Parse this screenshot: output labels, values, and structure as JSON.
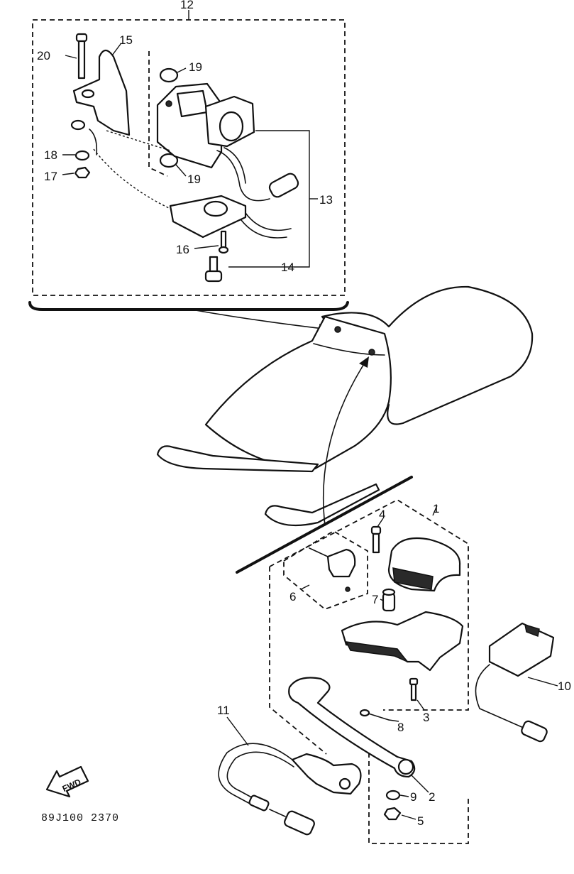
{
  "diagram": {
    "callouts": {
      "p1": "1",
      "p2": "2",
      "p3": "3",
      "p4": "4",
      "p5": "5",
      "p6": "6",
      "p7": "7",
      "p8": "8",
      "p9": "9",
      "p10": "10",
      "p11": "11",
      "p12": "12",
      "p13": "13",
      "p14": "14",
      "p15": "15",
      "p16": "16",
      "p17": "17",
      "p18": "18",
      "p19a": "19",
      "p19b": "19",
      "p20": "20"
    },
    "fwd_label": "FWD",
    "drawing_code": "89J100 2370"
  }
}
